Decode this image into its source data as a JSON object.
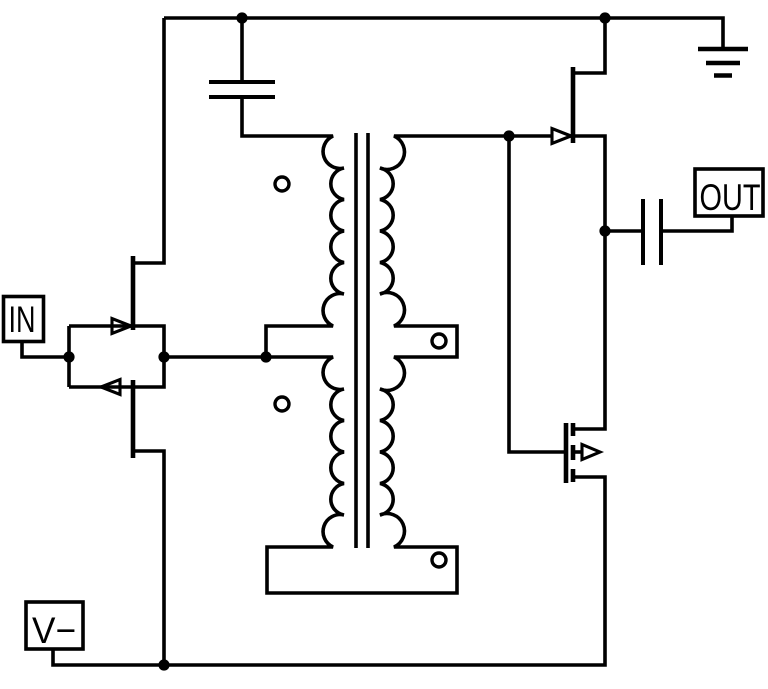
{
  "figure": {
    "type": "circuit-schematic",
    "background": "#ffffff",
    "line_color": "#000000"
  },
  "labels": {
    "input": "IN",
    "output": "OUT",
    "negative_supply": "V−"
  },
  "components": {
    "transformer": {
      "windings": 4,
      "core_lines": 2,
      "phase_dots": 4
    },
    "transistors": [
      {
        "kind": "n-jfet",
        "position": "upper-left"
      },
      {
        "kind": "p-jfet",
        "position": "lower-left"
      },
      {
        "kind": "n-jfet",
        "position": "upper-right"
      },
      {
        "kind": "mosfet",
        "position": "lower-right"
      }
    ],
    "capacitors": [
      {
        "position": "top-supply"
      },
      {
        "position": "output-coupling"
      }
    ],
    "grounds": 1,
    "junction_dots": 8
  }
}
